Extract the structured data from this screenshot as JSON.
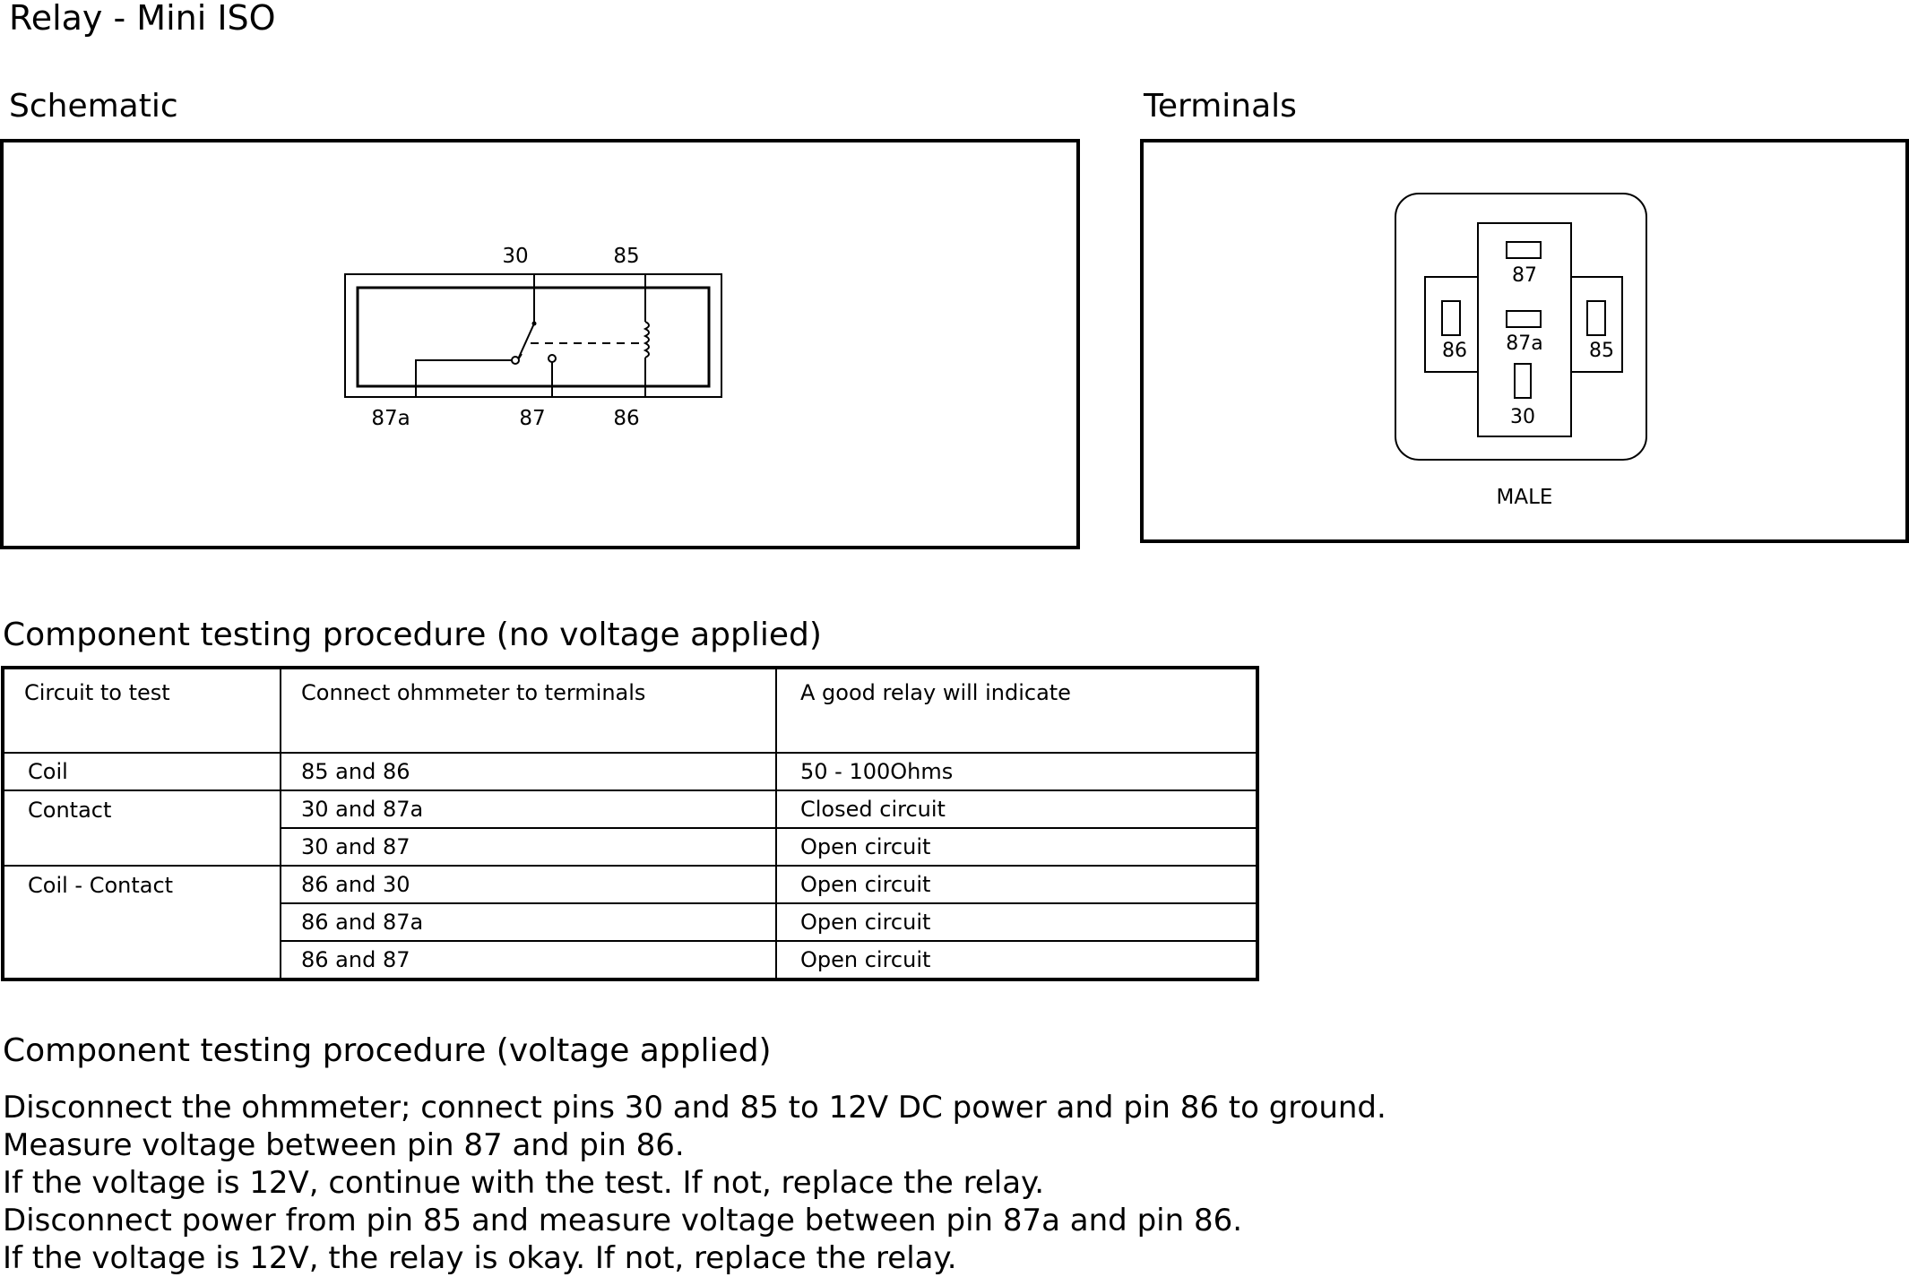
{
  "title": "Relay - Mini ISO",
  "schematic": {
    "heading": "Schematic",
    "labels": {
      "t30": "30",
      "t85": "85",
      "t87a": "87a",
      "t87": "87",
      "t86": "86"
    }
  },
  "terminals": {
    "heading": "Terminals",
    "pins": {
      "p87": "87",
      "p87a": "87a",
      "p30": "30",
      "p86": "86",
      "p85": "85"
    },
    "caption": "MALE"
  },
  "no_voltage": {
    "heading": "Component testing procedure (no voltage applied)",
    "columns": [
      "Circuit to test",
      "Connect ohmmeter to terminals",
      "A good relay will indicate"
    ],
    "rows": [
      {
        "circuit": "Coil",
        "terminals": "85 and 86",
        "result": "50 - 100Ohms"
      },
      {
        "circuit": "Contact",
        "terminals": "30 and 87a",
        "result": "Closed circuit"
      },
      {
        "circuit": "",
        "terminals": "30 and 87",
        "result": "Open circuit"
      },
      {
        "circuit": "Coil - Contact",
        "terminals": "86 and 30",
        "result": "Open circuit"
      },
      {
        "circuit": "",
        "terminals": "86 and 87a",
        "result": "Open circuit"
      },
      {
        "circuit": "",
        "terminals": "86 and 87",
        "result": "Open circuit"
      }
    ]
  },
  "voltage": {
    "heading": "Component testing procedure (voltage applied)",
    "lines": [
      "Disconnect the ohmmeter; connect pins 30 and 85 to 12V DC power and pin 86 to ground.",
      "Measure voltage between pin 87 and pin 86.",
      "If the voltage is 12V, continue with the test. If not, replace the relay.",
      "Disconnect power from pin 85 and measure voltage between pin 87a and pin 86.",
      "If the voltage is 12V, the relay is okay. If not, replace the relay."
    ]
  }
}
